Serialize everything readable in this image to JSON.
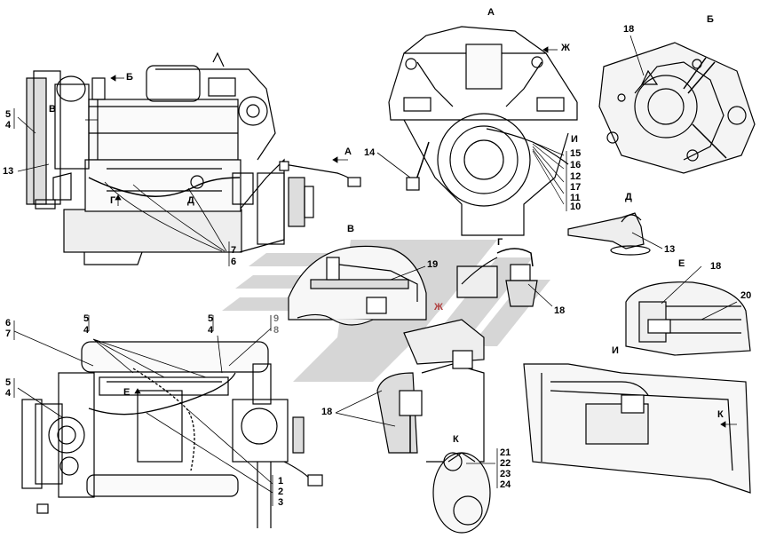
{
  "views": {
    "a": "А",
    "b": "Б",
    "v": "В",
    "g": "Г",
    "d": "Д",
    "e": "Е",
    "zh": "Ж",
    "i": "И",
    "k": "К"
  },
  "callouts": {
    "n1": "1",
    "n2": "2",
    "n3": "3",
    "n4": "4",
    "n5": "5",
    "n6": "6",
    "n7": "7",
    "n8": "8",
    "n9": "9",
    "n10": "10",
    "n11": "11",
    "n12": "12",
    "n13": "13",
    "n14": "14",
    "n15": "15",
    "n16": "16",
    "n17": "17",
    "n18": "18",
    "n19": "19",
    "n20": "20",
    "n21": "21",
    "n22": "22",
    "n23": "23",
    "n24": "24"
  },
  "colors": {
    "ink": "#000000",
    "shade": "#bdbdbd",
    "watermark": "#d4d4d4",
    "accent_label": "#b04040"
  }
}
